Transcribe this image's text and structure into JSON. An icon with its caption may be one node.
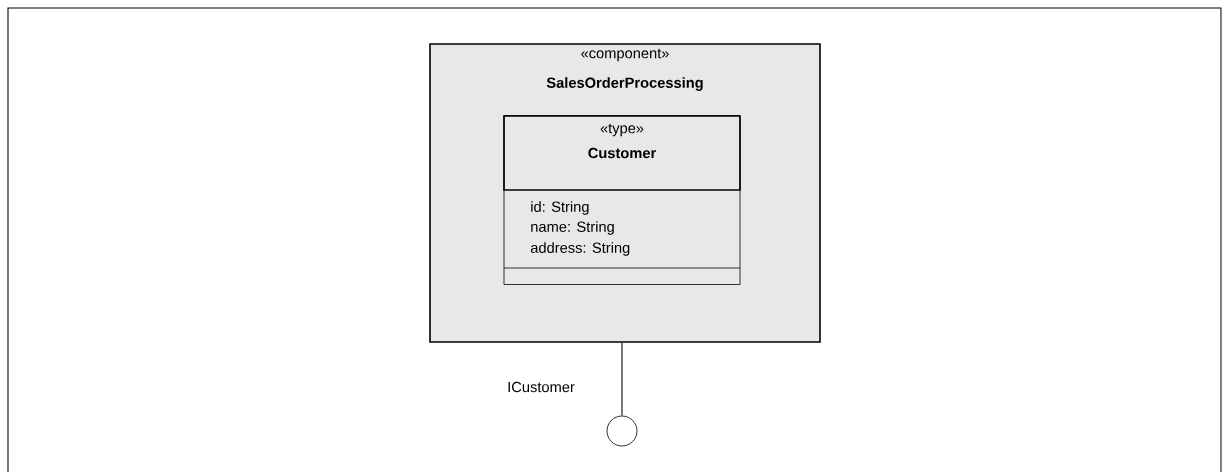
{
  "diagram": {
    "nodes": [
      {
        "text": [
          "«component»",
          "SalesOrderProcessing"
        ]
      },
      {
        "text": [
          "«type»",
          "Customer",
          "id: String",
          "name: String",
          "address: String"
        ],
        "in": 0
      },
      {
        "text": [],
        "shape": "circle",
        "beside": [
          "ICustomer"
        ]
      }
    ],
    "edges": [
      {
        "from": 0,
        "to": 2,
        "arrow": "none"
      }
    ]
  }
}
